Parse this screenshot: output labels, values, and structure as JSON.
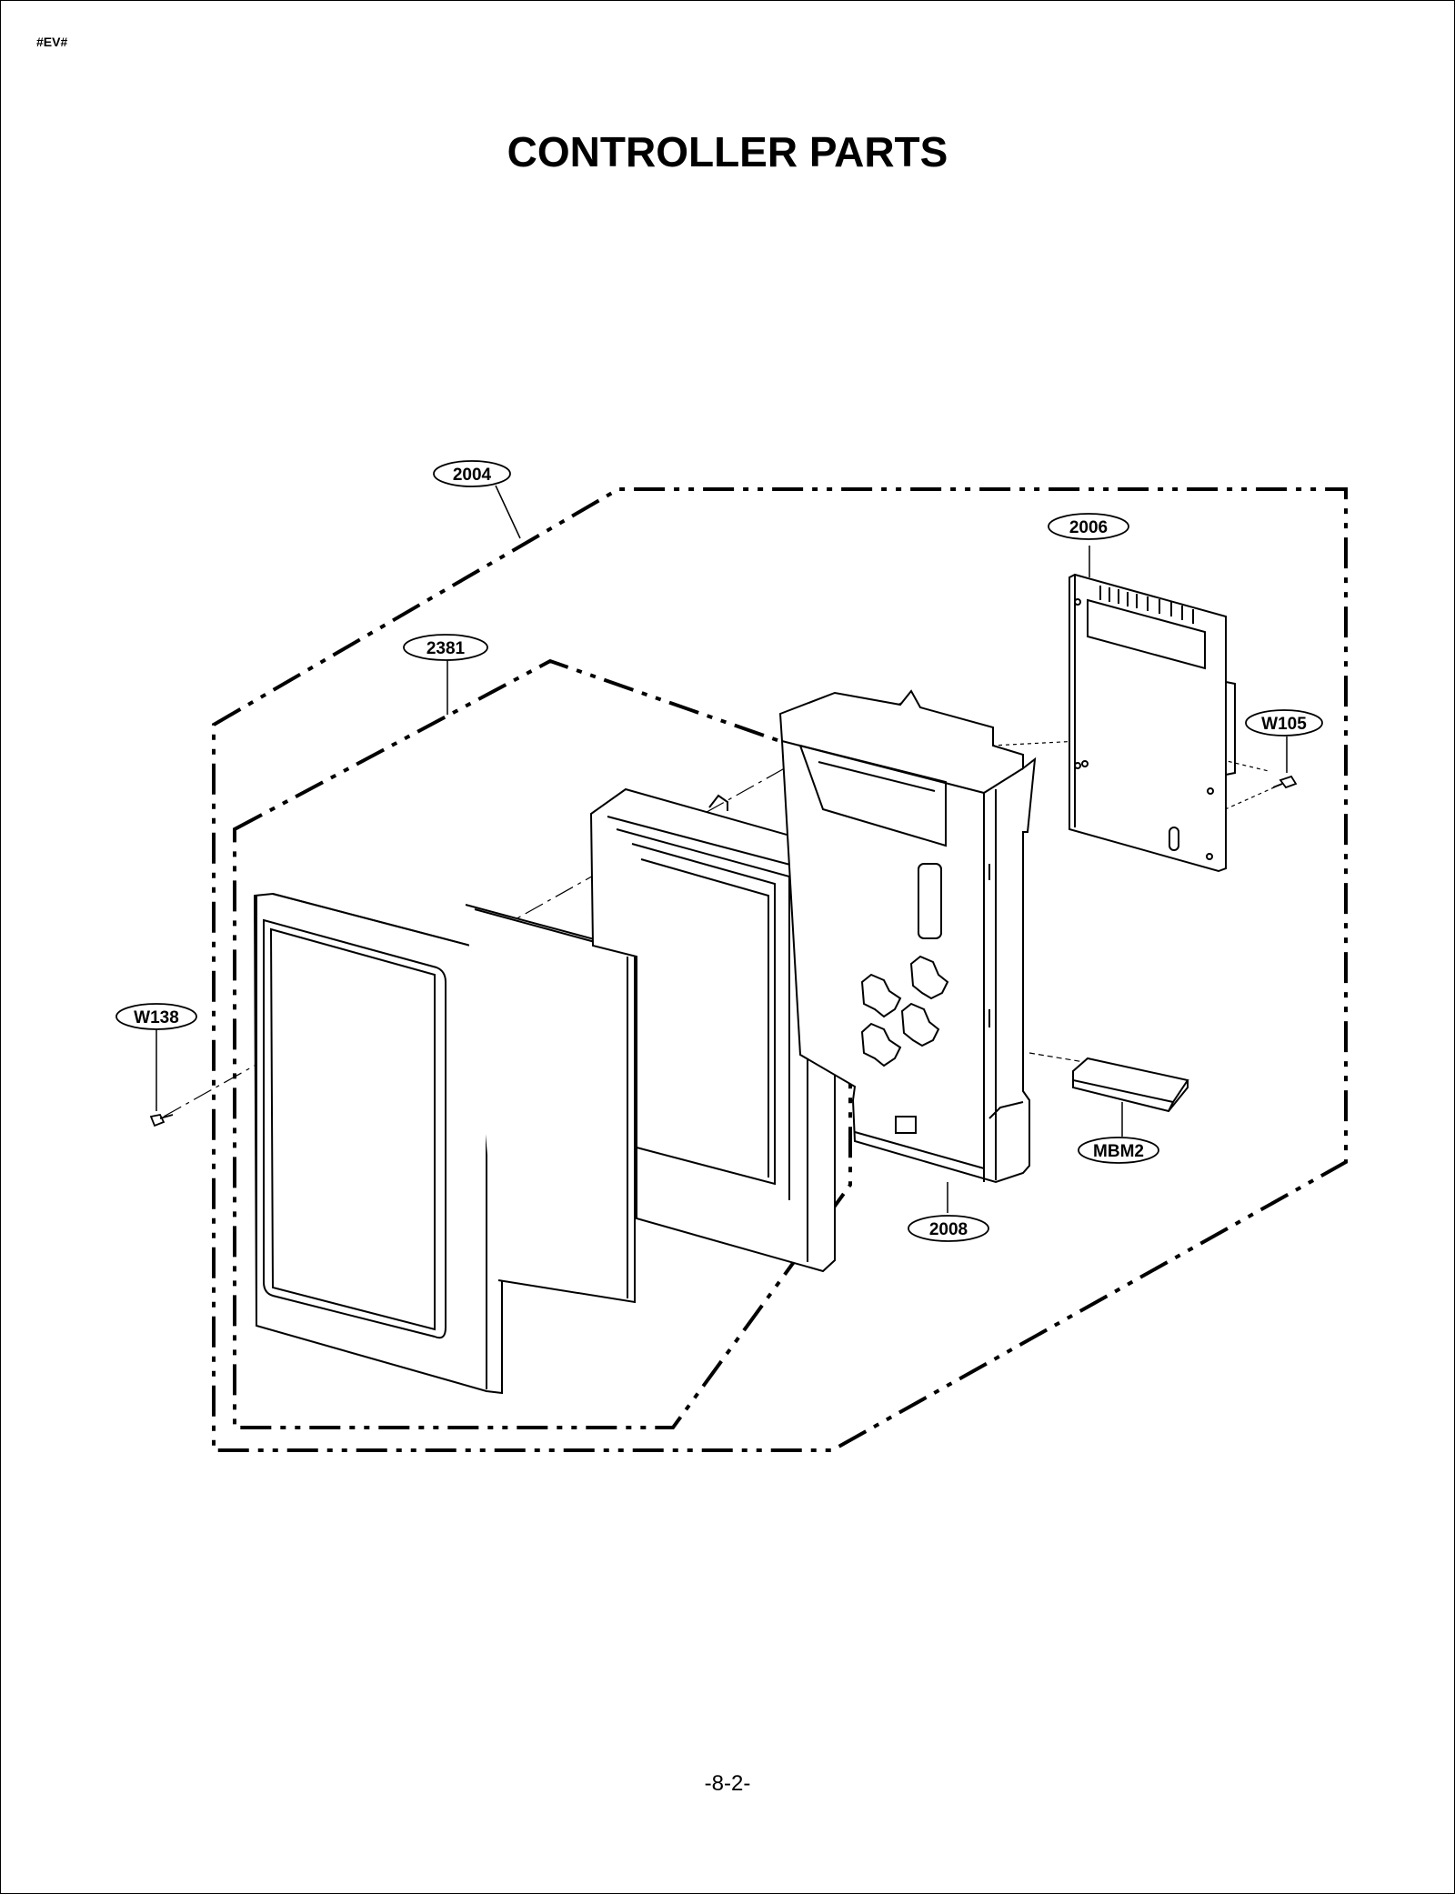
{
  "header": {
    "doc_code": "#EV#"
  },
  "title": "CONTROLLER PARTS",
  "footer": {
    "page_number": "-8-2-"
  },
  "callouts": {
    "c2004": "2004",
    "c2006": "2006",
    "c2381": "2381",
    "cW105": "W105",
    "cW138": "W138",
    "cMBM2": "MBM2",
    "c2008": "2008"
  }
}
